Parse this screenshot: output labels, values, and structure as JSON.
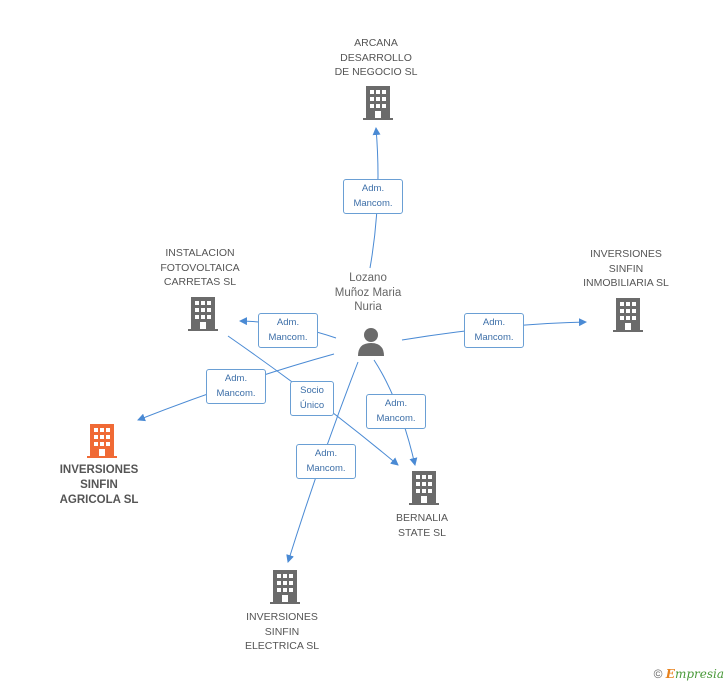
{
  "person": {
    "name": "Lozano\nMuñoz Maria\nNuria"
  },
  "companies": {
    "arcana": {
      "name": "ARCANA\nDESARROLLO\nDE NEGOCIO  SL"
    },
    "instalacion": {
      "name": "INSTALACION\nFOTOVOLTAICA\nCARRETAS SL"
    },
    "inmobiliaria": {
      "name": "INVERSIONES\nSINFIN\nINMOBILIARIA SL"
    },
    "agricola": {
      "name": "INVERSIONES\nSINFIN\nAGRICOLA SL"
    },
    "bernalia": {
      "name": "BERNALIA\nSTATE SL"
    },
    "electrica": {
      "name": "INVERSIONES\nSINFIN\nELECTRICA SL"
    }
  },
  "relations": {
    "arcana": "Adm.\nMancom.",
    "instalacion": "Adm.\nMancom.",
    "inmobiliaria": "Adm.\nMancom.",
    "agricola": "Adm.\nMancom.",
    "socio": "Socio\nÚnico",
    "bernalia": "Adm.\nMancom.",
    "electrica": "Adm.\nMancom."
  },
  "colors": {
    "edge": "#4a8ad4",
    "building": "#6b6b6b",
    "highlight": "#f06a35",
    "person": "#6b6b6b"
  },
  "footer": {
    "copyright": "©",
    "brand_e": "E",
    "brand_rest": "mpresia"
  }
}
